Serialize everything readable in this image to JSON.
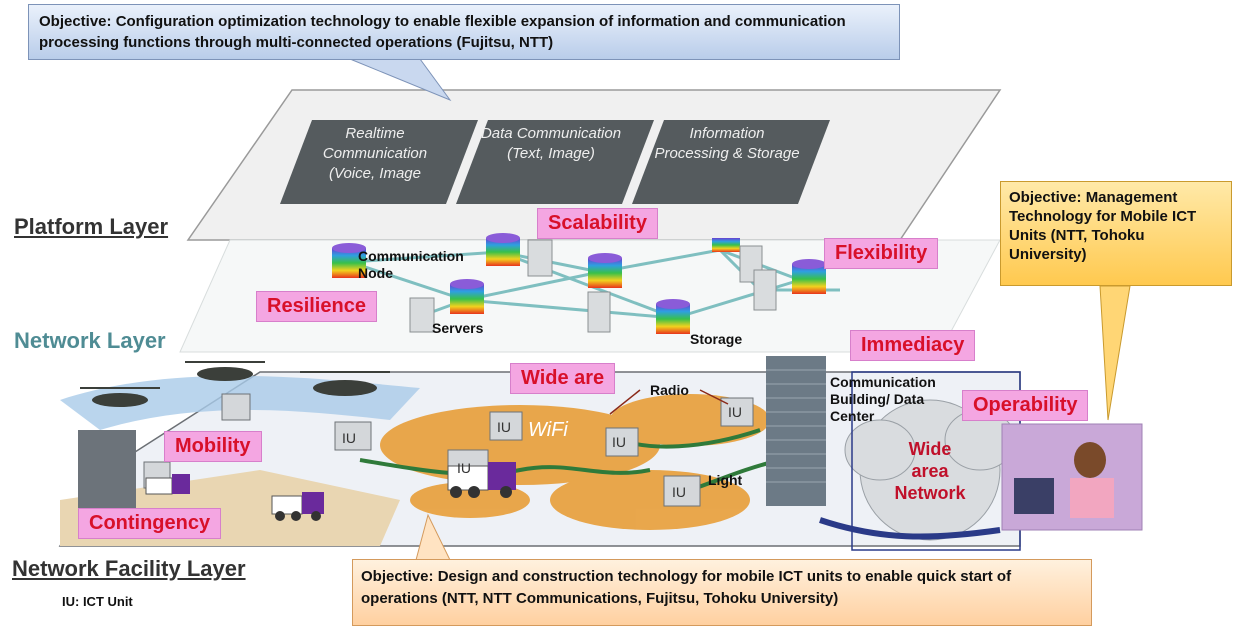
{
  "callouts": {
    "top": "Objective: Configuration optimization technology to enable flexible expansion of information and communication processing functions through multi-connected operations (Fujitsu, NTT)",
    "right": "Objective: Management Technology for Mobile ICT Units (NTT, Tohoku University)",
    "bottom": "Objective: Design and construction technology for mobile ICT units to enable quick start of operations (NTT, NTT Communications, Fujitsu, Tohoku University)"
  },
  "layers": {
    "platform": "Platform Layer",
    "network": "Network Layer",
    "facility": "Network Facility Layer"
  },
  "services": {
    "realtime": "Realtime Communication (Voice, Image",
    "data": "Data Communication (Text, Image)",
    "info": "Information Processing & Storage"
  },
  "features": {
    "scalability": "Scalability",
    "flexibility": "Flexibility",
    "resilience": "Resilience",
    "immediacy": "Immediacy",
    "wide_area": "Wide are",
    "operability": "Operability",
    "mobility": "Mobility",
    "contingency": "Contingency"
  },
  "labels": {
    "communication_node": "Communication Node",
    "servers": "Servers",
    "storage": "Storage",
    "radio": "Radio",
    "wifi": "WiFi",
    "light": "Light",
    "building": "Communication Building/ Data Center",
    "wan": "Wide area Network",
    "iu": "IU",
    "iu_note": "IU: ICT Unit"
  },
  "colors": {
    "feature_bg": "#f4a6e2",
    "feature_text": "#d8102a",
    "service_band": "#555b5e",
    "network_link": "#7fbfc0",
    "facility_ground": "#e79a2e",
    "wan_text": "#c0102a"
  }
}
